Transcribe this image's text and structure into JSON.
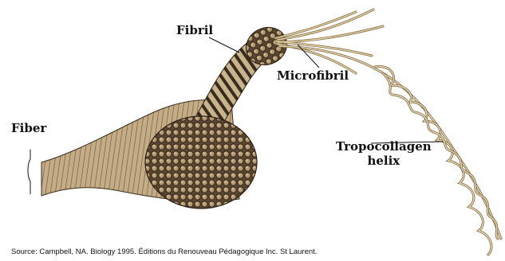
{
  "labels": {
    "fibril": "Fibril",
    "microfibril": "Microfibril",
    "fiber": "Fiber",
    "tropocollagen_line1": "Tropocollagen",
    "tropocollagen_line2": "helix"
  },
  "source": "Source:  Campbell, NA. Biology 1995. Éditions du Renouveau Pédagogique Inc. St Laurent.",
  "colors": {
    "fiber_fill": "#b9a27c",
    "fiber_dark": "#2f2418",
    "strand_fill": "#d9c89a",
    "strand_edge": "#8a7146",
    "background": "#ffffff"
  }
}
